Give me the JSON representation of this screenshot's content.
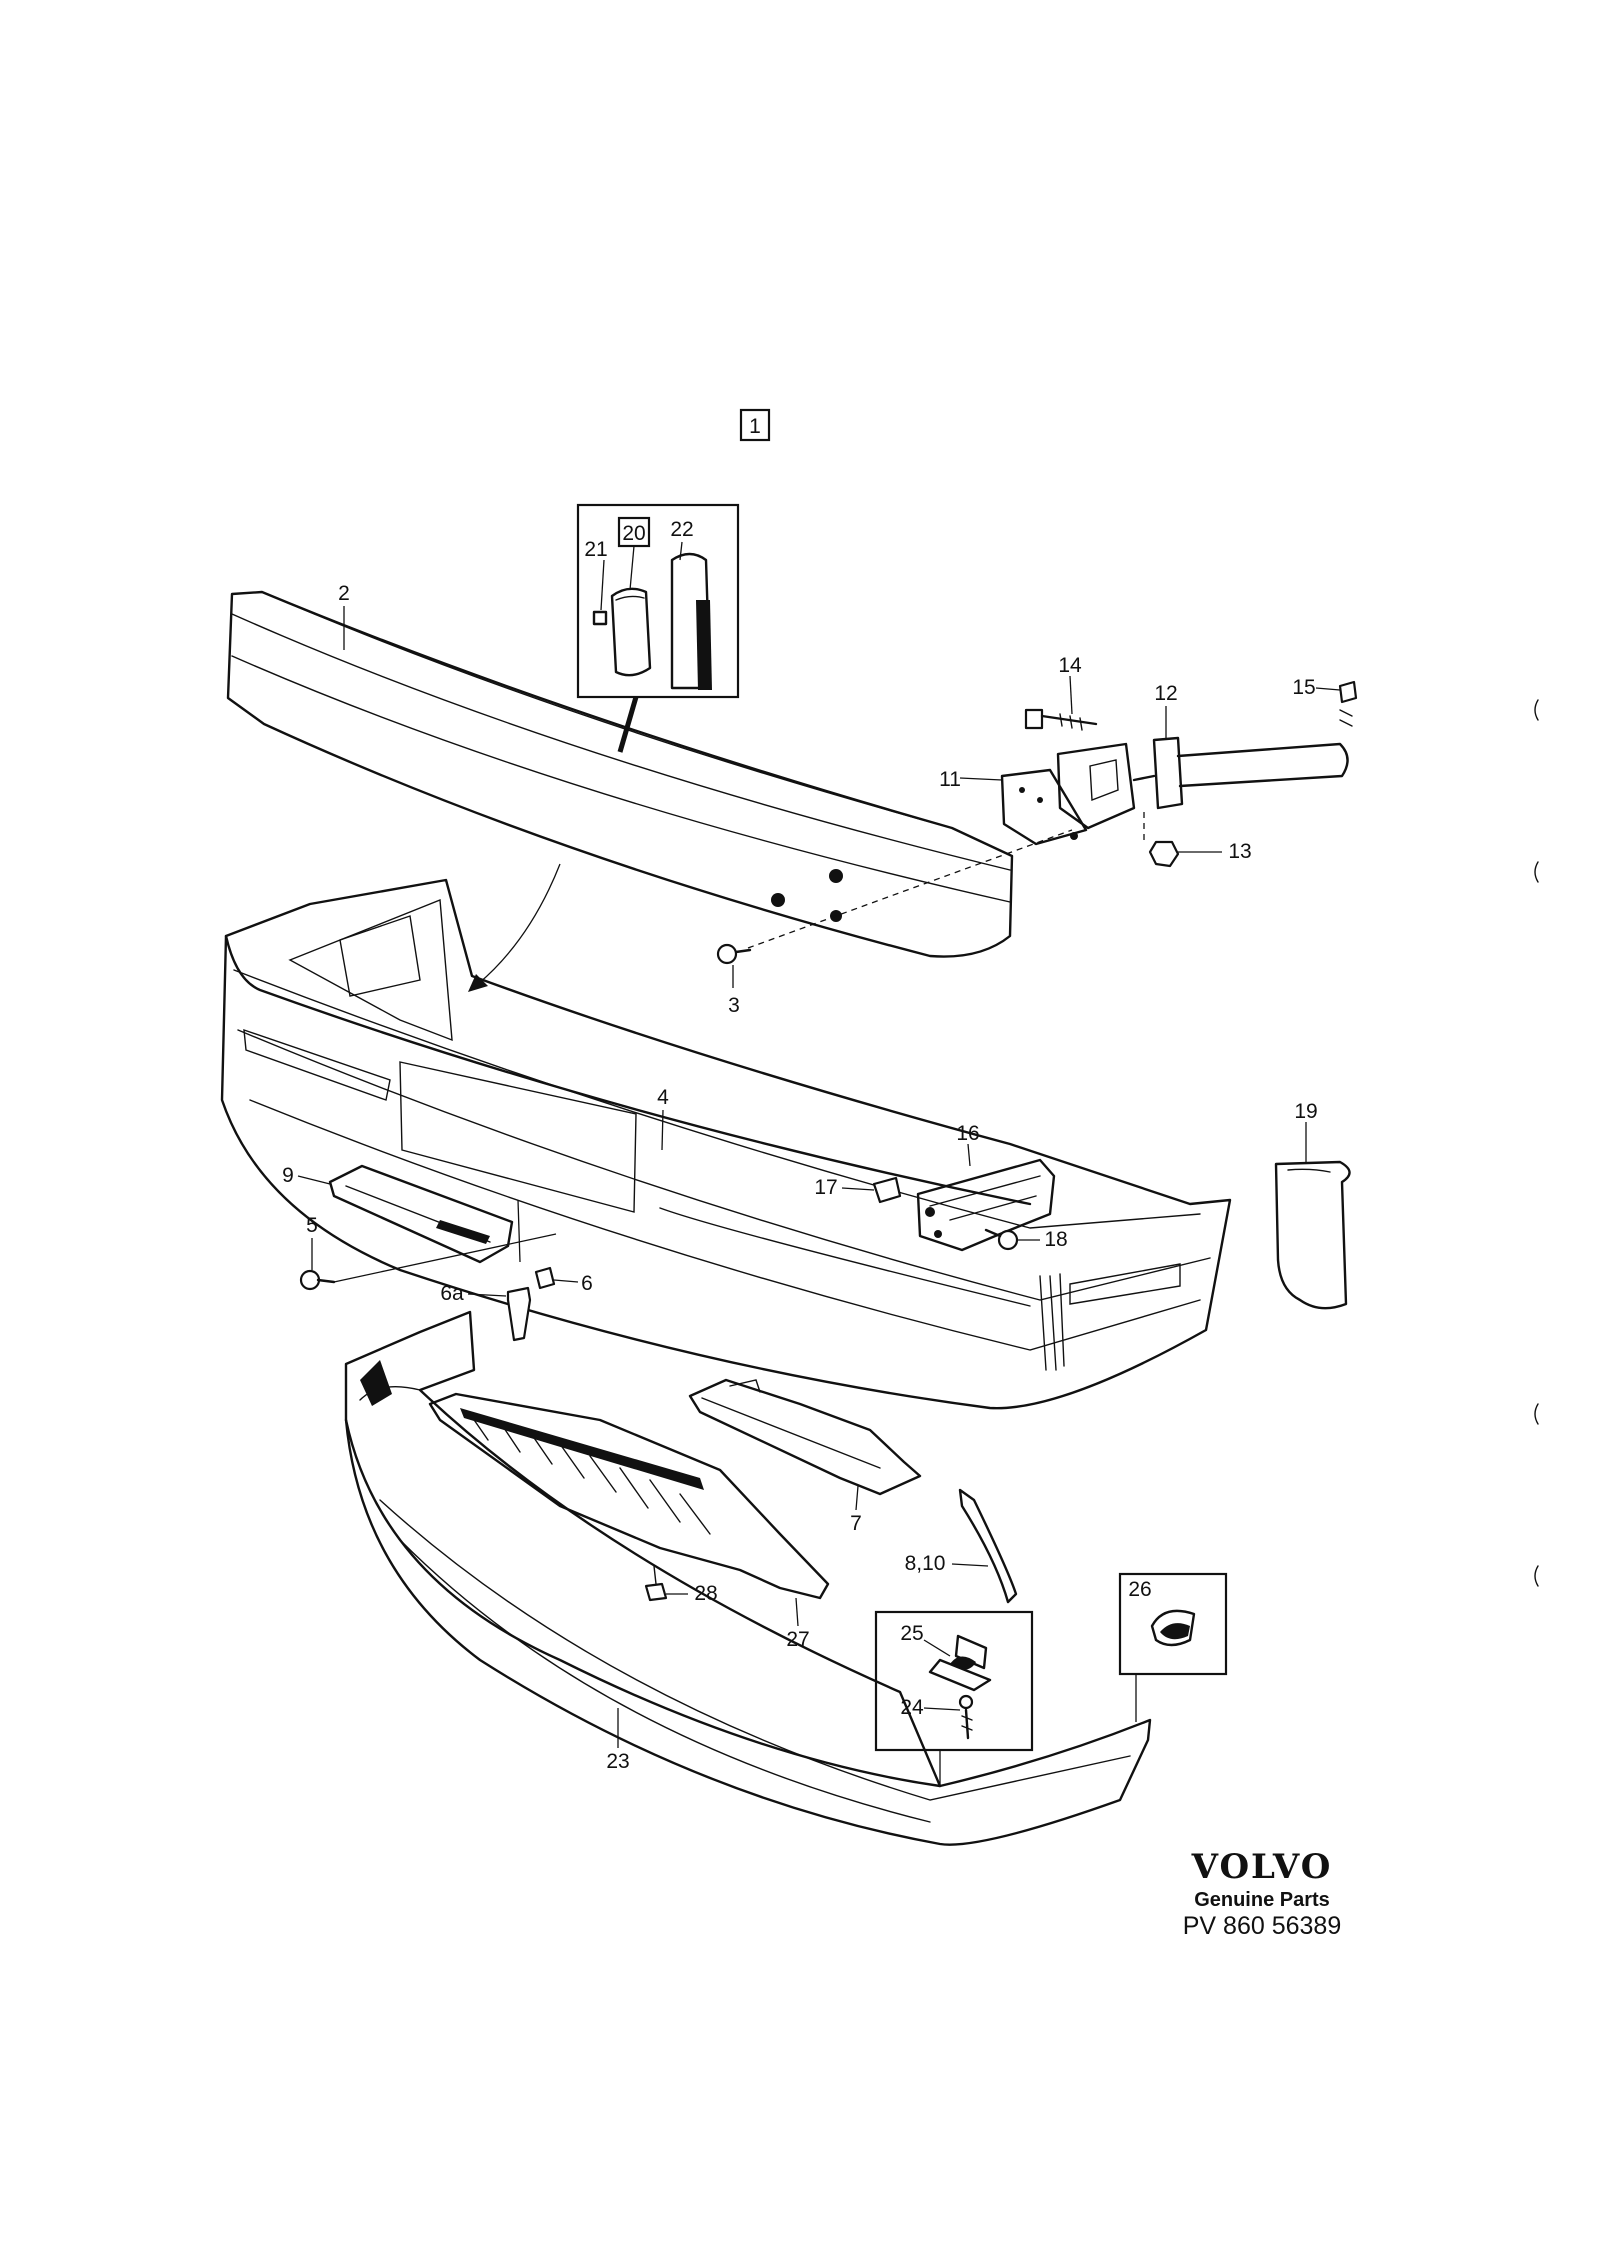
{
  "diagram": {
    "group_number": "1",
    "labels": {
      "p2": "2",
      "p3": "3",
      "p4": "4",
      "p5": "5",
      "p6": "6",
      "p6a": "6a",
      "p7": "7",
      "p8_10": "8,10",
      "p9": "9",
      "p11": "11",
      "p12": "12",
      "p13": "13",
      "p14": "14",
      "p15": "15",
      "p16": "16",
      "p17": "17",
      "p18": "18",
      "p19": "19",
      "p20": "20",
      "p21": "21",
      "p22": "22",
      "p23": "23",
      "p24": "24",
      "p25": "25",
      "p26": "26",
      "p27": "27",
      "p28": "28"
    }
  },
  "branding": {
    "logo": "VOLVO",
    "tagline": "Genuine Parts",
    "code": "PV 860 56389"
  }
}
